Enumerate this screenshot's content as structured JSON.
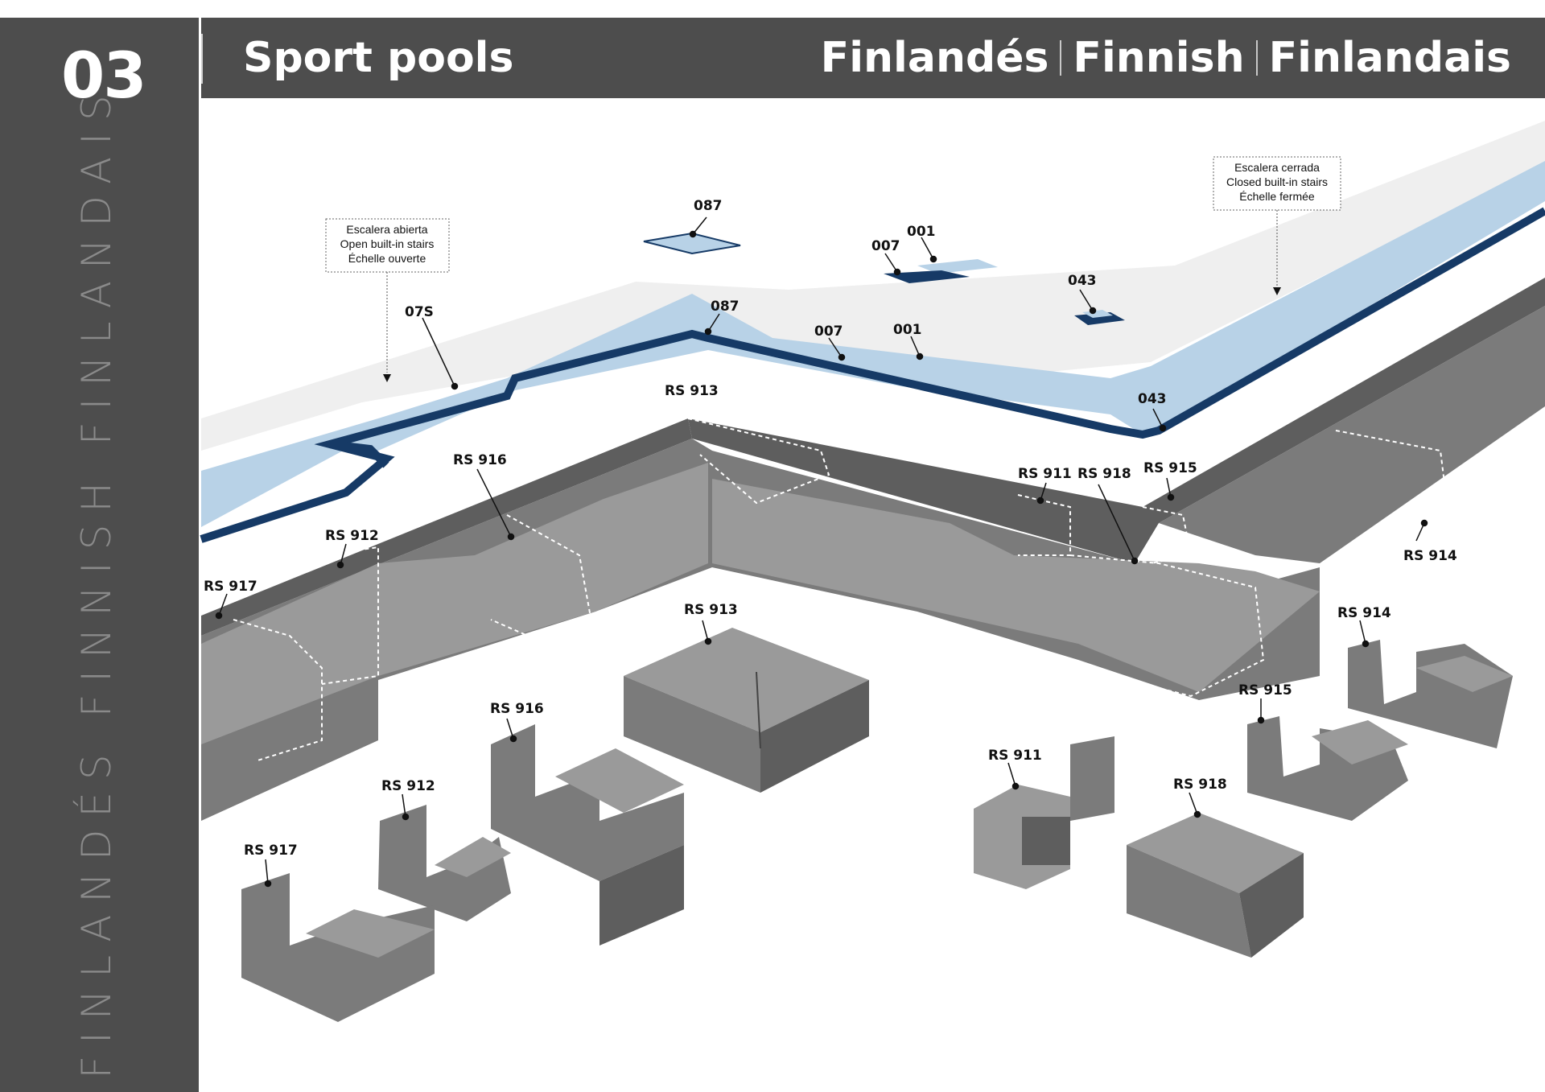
{
  "header": {
    "chapter_number": "03",
    "section_title": "Sport pools",
    "languages": [
      "Finlandés",
      "Finnish",
      "Finlandais"
    ]
  },
  "sidebar": {
    "vertical_text": "FINLANDÉS FINNISH FINLANDAIS"
  },
  "notes": {
    "open_stairs": [
      "Escalera abierta",
      "Open built-in stairs",
      "Échelle ouverte"
    ],
    "closed_stairs": [
      "Escalera cerrada",
      "Closed built-in stairs",
      "Échelle fermée"
    ]
  },
  "labels": {
    "l087_top": "087",
    "l001_top": "001",
    "l007_top": "007",
    "l043_top": "043",
    "l07s": "07S",
    "l087_mid": "087",
    "l007_mid": "007",
    "l001_mid": "001",
    "l043_mid": "043",
    "rs913_a": "RS 913",
    "rs916_a": "RS 916",
    "rs911_a": "RS 911",
    "rs918_a": "RS 918",
    "rs915_a": "RS 915",
    "rs912_a": "RS 912",
    "rs917_a": "RS 917",
    "rs914_a": "RS 914",
    "rs913_b": "RS 913",
    "rs914_b": "RS 914",
    "rs916_b": "RS 916",
    "rs915_b": "RS 915",
    "rs912_b": "RS 912",
    "rs911_b": "RS 911",
    "rs918_b": "RS 918",
    "rs917_b": "RS 917"
  },
  "colors": {
    "panel": "#4d4d4d",
    "pool_light_blue": "#b6d1e6",
    "pool_dark_blue": "#163a66",
    "concrete": "#7b7b7b",
    "deck": "#eeeeee"
  }
}
